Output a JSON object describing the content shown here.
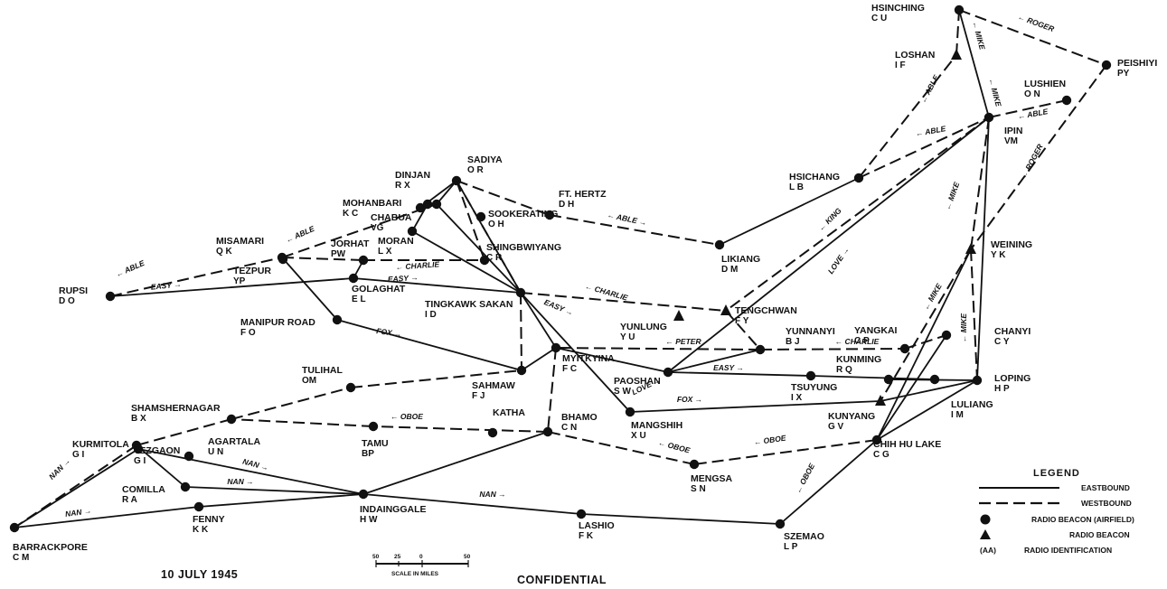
{
  "date": "10 JULY 1945",
  "classification": "CONFIDENTIAL",
  "scale": {
    "ticks": [
      "50",
      "25",
      "0",
      "50"
    ],
    "caption": "SCALE IN MILES"
  },
  "legend": {
    "title": "LEGEND",
    "items": [
      {
        "symbol": "solid-line",
        "label": "EASTBOUND"
      },
      {
        "symbol": "dashed-line",
        "label": "WESTBOUND"
      },
      {
        "symbol": "dot",
        "label": "RADIO BEACON (AIRFIELD)"
      },
      {
        "symbol": "triangle",
        "label": "RADIO BEACON"
      },
      {
        "symbol": "text",
        "sample": "(AA)",
        "label": "RADIO IDENTIFICATION"
      }
    ]
  },
  "stations": [
    {
      "id": "rupsi",
      "name": "RUPSI",
      "code": "D O",
      "marker": "dot"
    },
    {
      "id": "misamari",
      "name": "MISAMARI",
      "code": "Q K",
      "marker": "dot"
    },
    {
      "id": "tezpur",
      "name": "TEZPUR",
      "code": "YP",
      "marker": "dot"
    },
    {
      "id": "jorhat",
      "name": "JORHAT",
      "code": "PW",
      "marker": "dot"
    },
    {
      "id": "golaghat",
      "name": "GOLAGHAT",
      "code": "E L",
      "marker": "dot"
    },
    {
      "id": "mohanbari",
      "name": "MOHANBARI",
      "code": "K C",
      "marker": "dot"
    },
    {
      "id": "chabua",
      "name": "CHABUA",
      "code": "VG",
      "marker": "dot"
    },
    {
      "id": "moran",
      "name": "MORAN",
      "code": "L X",
      "marker": "dot"
    },
    {
      "id": "dinjan",
      "name": "DINJAN",
      "code": "R X",
      "marker": "dot"
    },
    {
      "id": "sadiya",
      "name": "SADIYA",
      "code": "O R",
      "marker": "dot"
    },
    {
      "id": "sookerating",
      "name": "SOOKERATING",
      "code": "O H",
      "marker": "dot"
    },
    {
      "id": "shingbwiyang",
      "name": "SHINGBWIYANG",
      "code": "C R",
      "marker": "dot"
    },
    {
      "id": "tingkawk",
      "name": "TINGKAWK SAKAN",
      "code": "I D",
      "marker": "dot"
    },
    {
      "id": "manipur",
      "name": "MANIPUR ROAD",
      "code": "F O",
      "marker": "dot"
    },
    {
      "id": "fthertz",
      "name": "FT. HERTZ",
      "code": "D H",
      "marker": "dot"
    },
    {
      "id": "likiang",
      "name": "LIKIANG",
      "code": "D M",
      "marker": "dot"
    },
    {
      "id": "hsichang",
      "name": "HSICHANG",
      "code": "L B",
      "marker": "dot"
    },
    {
      "id": "hsinching",
      "name": "HSINCHING",
      "code": "C U",
      "marker": "dot"
    },
    {
      "id": "loshan",
      "name": "LOSHAN",
      "code": "I F",
      "marker": "triangle"
    },
    {
      "id": "peishiyi",
      "name": "PEISHIYI",
      "code": "PY",
      "marker": "dot"
    },
    {
      "id": "lushien",
      "name": "LUSHIEN",
      "code": "O N",
      "marker": "dot"
    },
    {
      "id": "ipin",
      "name": "IPIN",
      "code": "VM",
      "marker": "dot"
    },
    {
      "id": "weining",
      "name": "WEINING",
      "code": "Y K",
      "marker": "triangle"
    },
    {
      "id": "chanyi",
      "name": "CHANYI",
      "code": "C Y",
      "marker": "dot"
    },
    {
      "id": "loping",
      "name": "LOPING",
      "code": "H P",
      "marker": "dot"
    },
    {
      "id": "luliang",
      "name": "LULIANG",
      "code": "I M",
      "marker": "dot"
    },
    {
      "id": "yangkai",
      "name": "YANGKAI",
      "code": "C P",
      "marker": "dot"
    },
    {
      "id": "kunming",
      "name": "KUNMING",
      "code": "R Q",
      "marker": "dot"
    },
    {
      "id": "kunyang",
      "name": "KUNYANG",
      "code": "G V",
      "marker": "triangle"
    },
    {
      "id": "chihhu",
      "name": "CHIH HU LAKE",
      "code": "C G",
      "marker": "dot"
    },
    {
      "id": "yunnanyi",
      "name": "YUNNANYI",
      "code": "B J",
      "marker": "dot"
    },
    {
      "id": "tengchwan",
      "name": "TENGCHWAN",
      "code": "F Y",
      "marker": "triangle"
    },
    {
      "id": "yunlung",
      "name": "YUNLUNG",
      "code": "Y U",
      "marker": "triangle"
    },
    {
      "id": "myitkyina",
      "name": "MYITKYINA",
      "code": "F C",
      "marker": "dot"
    },
    {
      "id": "paoshan",
      "name": "PAOSHAN",
      "code": "S W",
      "marker": "dot"
    },
    {
      "id": "tsuyung",
      "name": "TSUYUNG",
      "code": "I X",
      "marker": "dot"
    },
    {
      "id": "mangshih",
      "name": "MANGSHIH",
      "code": "X U",
      "marker": "dot"
    },
    {
      "id": "sahmaw",
      "name": "SAHMAW",
      "code": "F J",
      "marker": "dot"
    },
    {
      "id": "tulihal",
      "name": "TULIHAL",
      "code": "OM",
      "marker": "dot"
    },
    {
      "id": "bhamo",
      "name": "BHAMO",
      "code": "C N",
      "marker": "dot"
    },
    {
      "id": "katha",
      "name": "KATHA",
      "code": "",
      "marker": "dot"
    },
    {
      "id": "tamu",
      "name": "TAMU",
      "code": "BP",
      "marker": "dot"
    },
    {
      "id": "shamshernagar",
      "name": "SHAMSHERNAGAR",
      "code": "B X",
      "marker": "dot"
    },
    {
      "id": "kurmitola",
      "name": "KURMITOLA",
      "code": "G I",
      "marker": "dot"
    },
    {
      "id": "tezgaon",
      "name": "TEZGAON",
      "code": "G I",
      "marker": "dot"
    },
    {
      "id": "agartala",
      "name": "AGARTALA",
      "code": "U N",
      "marker": "dot"
    },
    {
      "id": "comilla",
      "name": "COMILLA",
      "code": "R A",
      "marker": "dot"
    },
    {
      "id": "fenny",
      "name": "FENNY",
      "code": "K K",
      "marker": "dot"
    },
    {
      "id": "barrackpore",
      "name": "BARRACKPORE",
      "code": "C M",
      "marker": "dot"
    },
    {
      "id": "indainggale",
      "name": "INDAINGGALE",
      "code": "H W",
      "marker": "dot"
    },
    {
      "id": "lashio",
      "name": "LASHIO",
      "code": "F K",
      "marker": "dot"
    },
    {
      "id": "szemao",
      "name": "SZEMAO",
      "code": "L P",
      "marker": "dot"
    },
    {
      "id": "mengsa",
      "name": "MENGSA",
      "code": "S N",
      "marker": "dot"
    }
  ],
  "routes": [
    {
      "from": "rupsi",
      "to": "misamari",
      "type": "westbound"
    },
    {
      "from": "rupsi",
      "to": "golaghat",
      "type": "eastbound"
    },
    {
      "from": "misamari",
      "to": "dinjan",
      "type": "westbound"
    },
    {
      "from": "misamari",
      "to": "jorhat",
      "type": "westbound"
    },
    {
      "from": "jorhat",
      "to": "shingbwiyang",
      "type": "westbound"
    },
    {
      "from": "misamari",
      "to": "manipur",
      "type": "eastbound"
    },
    {
      "from": "manipur",
      "to": "sahmaw",
      "type": "eastbound"
    },
    {
      "from": "golaghat",
      "to": "tingkawk",
      "type": "eastbound"
    },
    {
      "from": "jorhat",
      "to": "golaghat",
      "type": "eastbound"
    },
    {
      "from": "chabua",
      "to": "moran",
      "type": "eastbound"
    },
    {
      "from": "moran",
      "to": "tingkawk",
      "type": "eastbound"
    },
    {
      "from": "dinjan",
      "to": "tingkawk",
      "type": "eastbound"
    },
    {
      "from": "sadiya",
      "to": "dinjan",
      "type": "eastbound"
    },
    {
      "from": "sadiya",
      "to": "mohanbari",
      "type": "eastbound"
    },
    {
      "from": "sadiya",
      "to": "tingkawk",
      "type": "eastbound"
    },
    {
      "from": "sadiya",
      "to": "shingbwiyang",
      "type": "westbound"
    },
    {
      "from": "sadiya",
      "to": "tingkawk",
      "type": "westbound"
    },
    {
      "from": "sadiya",
      "to": "fthertz",
      "type": "westbound"
    },
    {
      "from": "fthertz",
      "to": "likiang",
      "type": "westbound"
    },
    {
      "from": "likiang",
      "to": "hsichang",
      "type": "eastbound"
    },
    {
      "from": "hsichang",
      "to": "loshan",
      "type": "westbound"
    },
    {
      "from": "hsichang",
      "to": "ipin",
      "type": "westbound"
    },
    {
      "from": "loshan",
      "to": "hsinching",
      "type": "westbound"
    },
    {
      "from": "hsinching",
      "to": "peishiyi",
      "type": "westbound"
    },
    {
      "from": "ipin",
      "to": "lushien",
      "type": "westbound"
    },
    {
      "from": "ipin",
      "to": "hsinching",
      "type": "eastbound"
    },
    {
      "from": "ipin",
      "to": "weining",
      "type": "westbound"
    },
    {
      "from": "peishiyi",
      "to": "weining",
      "type": "westbound"
    },
    {
      "from": "ipin",
      "to": "loping",
      "type": "eastbound"
    },
    {
      "from": "weining",
      "to": "loping",
      "type": "westbound"
    },
    {
      "from": "weining",
      "to": "chihhu",
      "type": "eastbound"
    },
    {
      "from": "weining",
      "to": "kunyang",
      "type": "westbound"
    },
    {
      "from": "ipin",
      "to": "tengchwan",
      "type": "westbound"
    },
    {
      "from": "ipin",
      "to": "paoshan",
      "type": "eastbound"
    },
    {
      "from": "tingkawk",
      "to": "tengchwan",
      "type": "westbound"
    },
    {
      "from": "tengchwan",
      "to": "yunnanyi",
      "type": "westbound"
    },
    {
      "from": "yunnanyi",
      "to": "yangkai",
      "type": "westbound"
    },
    {
      "from": "yunnanyi",
      "to": "myitkyina",
      "type": "westbound"
    },
    {
      "from": "tingkawk",
      "to": "myitkyina",
      "type": "eastbound"
    },
    {
      "from": "tingkawk",
      "to": "mangshih",
      "type": "eastbound"
    },
    {
      "from": "tingkawk",
      "to": "sahmaw",
      "type": "westbound"
    },
    {
      "from": "myitkyina",
      "to": "bhamo",
      "type": "westbound"
    },
    {
      "from": "myitkyina",
      "to": "sahmaw",
      "type": "eastbound"
    },
    {
      "from": "myitkyina",
      "to": "paoshan",
      "type": "eastbound"
    },
    {
      "from": "paoshan",
      "to": "tsuyung",
      "type": "eastbound"
    },
    {
      "from": "tsuyung",
      "to": "luliang",
      "type": "eastbound"
    },
    {
      "from": "mangshih",
      "to": "kunyang",
      "type": "eastbound"
    },
    {
      "from": "paoshan",
      "to": "yunnanyi",
      "type": "eastbound"
    },
    {
      "from": "yangkai",
      "to": "chanyi",
      "type": "westbound"
    },
    {
      "from": "kunming",
      "to": "loping",
      "type": "eastbound"
    },
    {
      "from": "chihhu",
      "to": "loping",
      "type": "eastbound"
    },
    {
      "from": "chihhu",
      "to": "chanyi",
      "type": "eastbound"
    },
    {
      "from": "kunyang",
      "to": "loping",
      "type": "eastbound"
    },
    {
      "from": "chihhu",
      "to": "mengsa",
      "type": "westbound"
    },
    {
      "from": "mengsa",
      "to": "bhamo",
      "type": "westbound"
    },
    {
      "from": "bhamo",
      "to": "tamu",
      "type": "westbound"
    },
    {
      "from": "tamu",
      "to": "shamshernagar",
      "type": "westbound"
    },
    {
      "from": "shamshernagar",
      "to": "kurmitola",
      "type": "westbound"
    },
    {
      "from": "kurmitola",
      "to": "barrackpore",
      "type": "westbound"
    },
    {
      "from": "kurmitola",
      "to": "comilla",
      "type": "eastbound"
    },
    {
      "from": "comilla",
      "to": "indainggale",
      "type": "eastbound"
    },
    {
      "from": "tezgaon",
      "to": "indainggale",
      "type": "eastbound"
    },
    {
      "from": "barrackpore",
      "to": "fenny",
      "type": "eastbound"
    },
    {
      "from": "fenny",
      "to": "indainggale",
      "type": "eastbound"
    },
    {
      "from": "barrackpore",
      "to": "tezgaon",
      "type": "eastbound"
    },
    {
      "from": "indainggale",
      "to": "bhamo",
      "type": "eastbound"
    },
    {
      "from": "indainggale",
      "to": "lashio",
      "type": "eastbound"
    },
    {
      "from": "lashio",
      "to": "szemao",
      "type": "eastbound"
    },
    {
      "from": "szemao",
      "to": "chihhu",
      "type": "eastbound"
    },
    {
      "from": "shamshernagar",
      "to": "tulihal",
      "type": "westbound"
    },
    {
      "from": "tulihal",
      "to": "sahmaw",
      "type": "westbound"
    }
  ],
  "route_labels": [
    {
      "text": "ABLE",
      "arrow": "←"
    },
    {
      "text": "EASY",
      "arrow": "→"
    },
    {
      "text": "ABLE",
      "arrow": "←"
    },
    {
      "text": "CHARLIE",
      "arrow": "←"
    },
    {
      "text": "EASY",
      "arrow": "→"
    },
    {
      "text": "FOX",
      "arrow": "→"
    },
    {
      "text": "CHARLIE",
      "arrow": "←"
    },
    {
      "text": "ABLE",
      "arrow": "↔"
    },
    {
      "text": "EASY",
      "arrow": "→"
    },
    {
      "text": "PETER",
      "arrow": "←"
    },
    {
      "text": "CHARLIE",
      "arrow": "←"
    },
    {
      "text": "EASY",
      "arrow": "→"
    },
    {
      "text": "LOVE",
      "arrow": "→"
    },
    {
      "text": "FOX",
      "arrow": "→"
    },
    {
      "text": "KING",
      "arrow": "←"
    },
    {
      "text": "LOVE",
      "arrow": "→"
    },
    {
      "text": "ABLE",
      "arrow": "←"
    },
    {
      "text": "ABLE",
      "arrow": "←"
    },
    {
      "text": "ABLE",
      "arrow": "←"
    },
    {
      "text": "MIKE",
      "arrow": "←"
    },
    {
      "text": "MIKE",
      "arrow": "←"
    },
    {
      "text": "ROGER",
      "arrow": "←"
    },
    {
      "text": "ROGER",
      "arrow": "←"
    },
    {
      "text": "MIKE",
      "arrow": "←"
    },
    {
      "text": "MIKE",
      "arrow": "←"
    },
    {
      "text": "MIKE",
      "arrow": "←"
    },
    {
      "text": "OBOE",
      "arrow": "←"
    },
    {
      "text": "OBOE",
      "arrow": "←"
    },
    {
      "text": "OBOE",
      "arrow": "←"
    },
    {
      "text": "NAN",
      "arrow": "→"
    },
    {
      "text": "NAN",
      "arrow": "→"
    },
    {
      "text": "NAN",
      "arrow": "→"
    },
    {
      "text": "NAN",
      "arrow": "→"
    },
    {
      "text": "NAN",
      "arrow": "→"
    },
    {
      "text": "OBOE",
      "arrow": "←"
    }
  ]
}
